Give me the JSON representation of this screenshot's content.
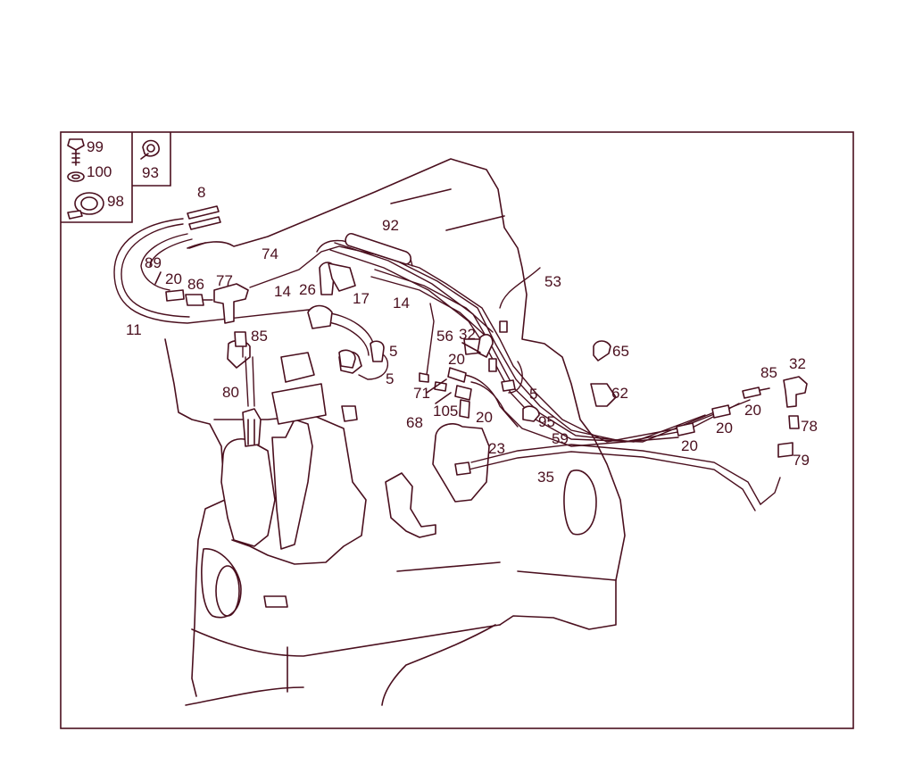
{
  "diagram": {
    "colors": {
      "ink": "#4a0f1e",
      "background": "#ffffff"
    },
    "legend_labels": [
      "99",
      "100",
      "98",
      "93"
    ],
    "part_labels": [
      "8",
      "89",
      "20",
      "86",
      "77",
      "74",
      "11",
      "85",
      "80",
      "14",
      "26",
      "17",
      "92",
      "14",
      "5",
      "5",
      "53",
      "56",
      "32",
      "20",
      "5",
      "71",
      "68",
      "105",
      "20",
      "95",
      "65",
      "62",
      "23",
      "59",
      "35",
      "85",
      "32",
      "20",
      "20",
      "20",
      "78",
      "79"
    ]
  }
}
